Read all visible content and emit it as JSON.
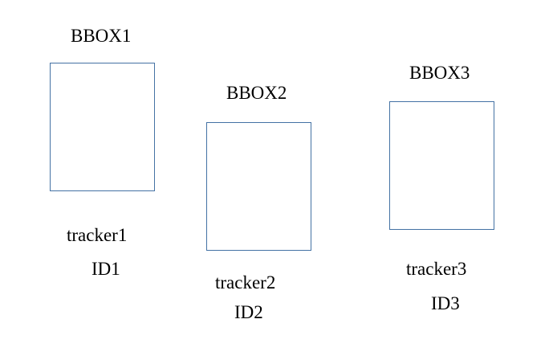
{
  "colors": {
    "box_border": "#4472a4",
    "text": "#000000",
    "background": "#ffffff"
  },
  "groups": [
    {
      "bbox_label": "BBOX1",
      "tracker_label": "tracker1",
      "id_label": "ID1"
    },
    {
      "bbox_label": "BBOX2",
      "tracker_label": "tracker2",
      "id_label": "ID2"
    },
    {
      "bbox_label": "BBOX3",
      "tracker_label": "tracker3",
      "id_label": "ID3"
    }
  ]
}
